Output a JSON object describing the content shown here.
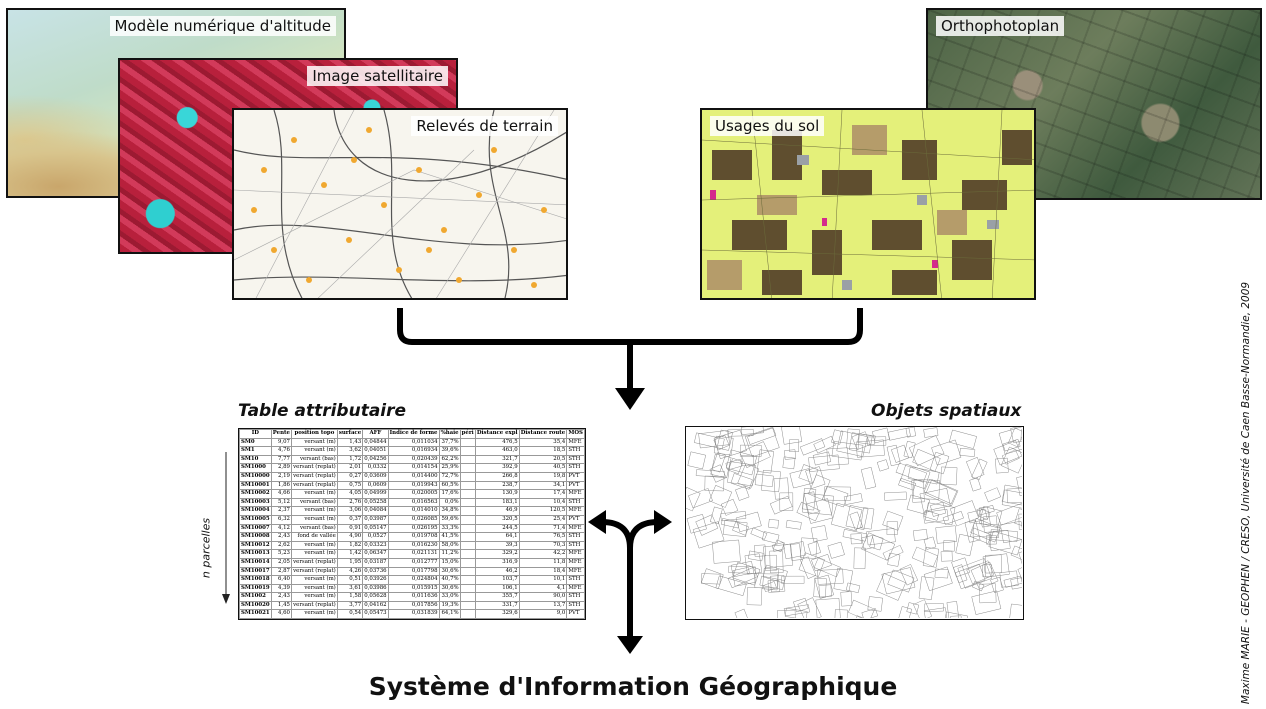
{
  "layers": {
    "dem": "Modèle numérique d'altitude",
    "satellite": "Image satellitaire",
    "terrain": "Relevés de terrain",
    "ortho": "Orthophotoplan",
    "land_use": "Usages du sol"
  },
  "table_title": "Table attributaire",
  "objects_title": "Objets spatiaux",
  "n_parcels_label": "n parcelles",
  "credit": "Maxime MARIE - GEOPHEN / CRESO, Université de Caen Basse-Normandie, 2009",
  "main_title": "Système d'Information Géographique",
  "attribute_table": {
    "headers": [
      "ID",
      "Pente",
      "position topo",
      "surface",
      "AFF",
      "Indice de forme",
      "%haie",
      "péri",
      "Distance expl",
      "Distance route",
      "MOS"
    ],
    "rows": [
      [
        "SM0",
        "9,07",
        "versant (m)",
        "1,43",
        "0,04844",
        "0,011034",
        "37,7%",
        "",
        "476,5",
        "35,4",
        "MFE"
      ],
      [
        "SM1",
        "4,76",
        "versant (m)",
        "3,62",
        "0,04051",
        "0,016934",
        "39,6%",
        "",
        "463,0",
        "18,5",
        "STH"
      ],
      [
        "SM10",
        "7,77",
        "versant (bas)",
        "1,72",
        "0,04256",
        "0,020439",
        "62,2%",
        "",
        "321,7",
        "20,5",
        "STH"
      ],
      [
        "SM1000",
        "2,89",
        "versant (replat)",
        "2,01",
        "0,0332",
        "0,014154",
        "25,9%",
        "",
        "392,9",
        "40,5",
        "STH"
      ],
      [
        "SM10000",
        "2,19",
        "versant (replat)",
        "0,27",
        "0,03609",
        "0,014400",
        "72,7%",
        "",
        "266,8",
        "19,8",
        "PVT"
      ],
      [
        "SM10001",
        "1,86",
        "versant (replat)",
        "0,75",
        "0,0609",
        "0,019943",
        "60,5%",
        "",
        "238,7",
        "34,1",
        "PVT"
      ],
      [
        "SM10002",
        "4,66",
        "versant (m)",
        "4,05",
        "0,04999",
        "0,020005",
        "17,6%",
        "",
        "130,9",
        "17,4",
        "MFE"
      ],
      [
        "SM10003",
        "5,12",
        "versant (bas)",
        "2,76",
        "0,05258",
        "0,016563",
        "0,0%",
        "",
        "183,1",
        "10,4",
        "STH"
      ],
      [
        "SM10004",
        "2,37",
        "versant (m)",
        "3,06",
        "0,04084",
        "0,014010",
        "34,8%",
        "",
        "46,9",
        "120,5",
        "MFE"
      ],
      [
        "SM10005",
        "6,32",
        "versant (m)",
        "0,37",
        "0,03987",
        "0,026085",
        "59,6%",
        "",
        "320,5",
        "25,4",
        "PVT"
      ],
      [
        "SM10007",
        "4,12",
        "versant (bas)",
        "0,91",
        "0,05147",
        "0,026195",
        "33,3%",
        "",
        "244,5",
        "71,4",
        "MFE"
      ],
      [
        "SM10008",
        "2,43",
        "fond de vallée",
        "4,90",
        "0,0527",
        "0,019708",
        "41,5%",
        "",
        "64,1",
        "76,5",
        "STH"
      ],
      [
        "SM10012",
        "2,62",
        "versant (m)",
        "1,82",
        "0,03323",
        "0,016230",
        "58,0%",
        "",
        "39,3",
        "70,3",
        "STH"
      ],
      [
        "SM10013",
        "5,23",
        "versant (m)",
        "1,42",
        "0,06347",
        "0,021131",
        "11,2%",
        "",
        "329,2",
        "42,2",
        "MFE"
      ],
      [
        "SM10014",
        "2,05",
        "versant (replat)",
        "1,95",
        "0,03187",
        "0,012777",
        "15,0%",
        "",
        "316,9",
        "11,8",
        "MFE"
      ],
      [
        "SM10017",
        "2,87",
        "versant (replat)",
        "4,26",
        "0,03736",
        "0,017798",
        "30,6%",
        "",
        "46,2",
        "18,4",
        "MFE"
      ],
      [
        "SM10018",
        "6,40",
        "versant (m)",
        "0,51",
        "0,03926",
        "0,024804",
        "40,7%",
        "",
        "103,7",
        "10,1",
        "STH"
      ],
      [
        "SM10019",
        "4,39",
        "versant (m)",
        "3,61",
        "0,03986",
        "0,015915",
        "30,6%",
        "",
        "106,1",
        "4,1",
        "MFE"
      ],
      [
        "SM1002",
        "2,43",
        "versant (m)",
        "1,58",
        "0,05628",
        "0,011636",
        "33,0%",
        "",
        "355,7",
        "90,0",
        "STH"
      ],
      [
        "SM10020",
        "1,45",
        "versant (replat)",
        "3,77",
        "0,04162",
        "0,017856",
        "19,3%",
        "",
        "331,7",
        "13,7",
        "STH"
      ],
      [
        "SM10021",
        "4,60",
        "versant (m)",
        "0,54",
        "0,05473",
        "0,031839",
        "64,1%",
        "",
        "329,6",
        "9,0",
        "PVT"
      ]
    ]
  }
}
